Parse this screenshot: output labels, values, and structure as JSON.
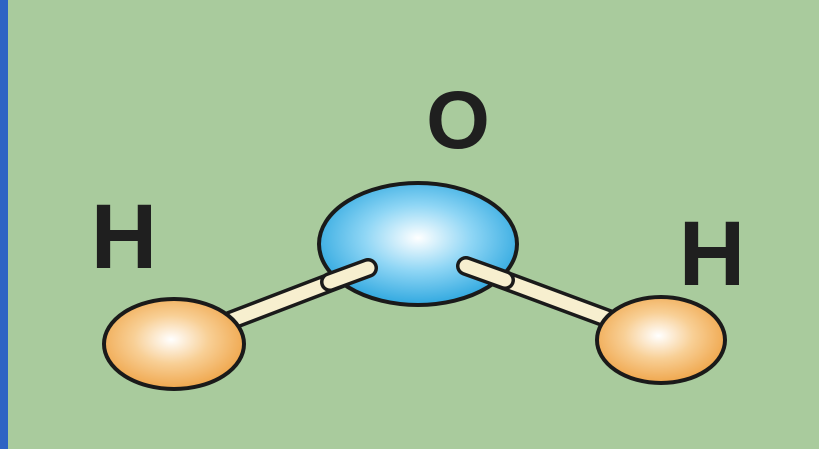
{
  "molecule": {
    "oxygen_label": "O",
    "hydrogen_left_label": "H",
    "hydrogen_right_label": "H"
  },
  "colors": {
    "background": "#a9cb9d",
    "border": "#2e63c4",
    "oxygen": "#29a9e3",
    "hydrogen": "#f2a94f",
    "bond": "#f7efcf",
    "outline": "#1a1a1a",
    "label": "#1f1f1f"
  }
}
